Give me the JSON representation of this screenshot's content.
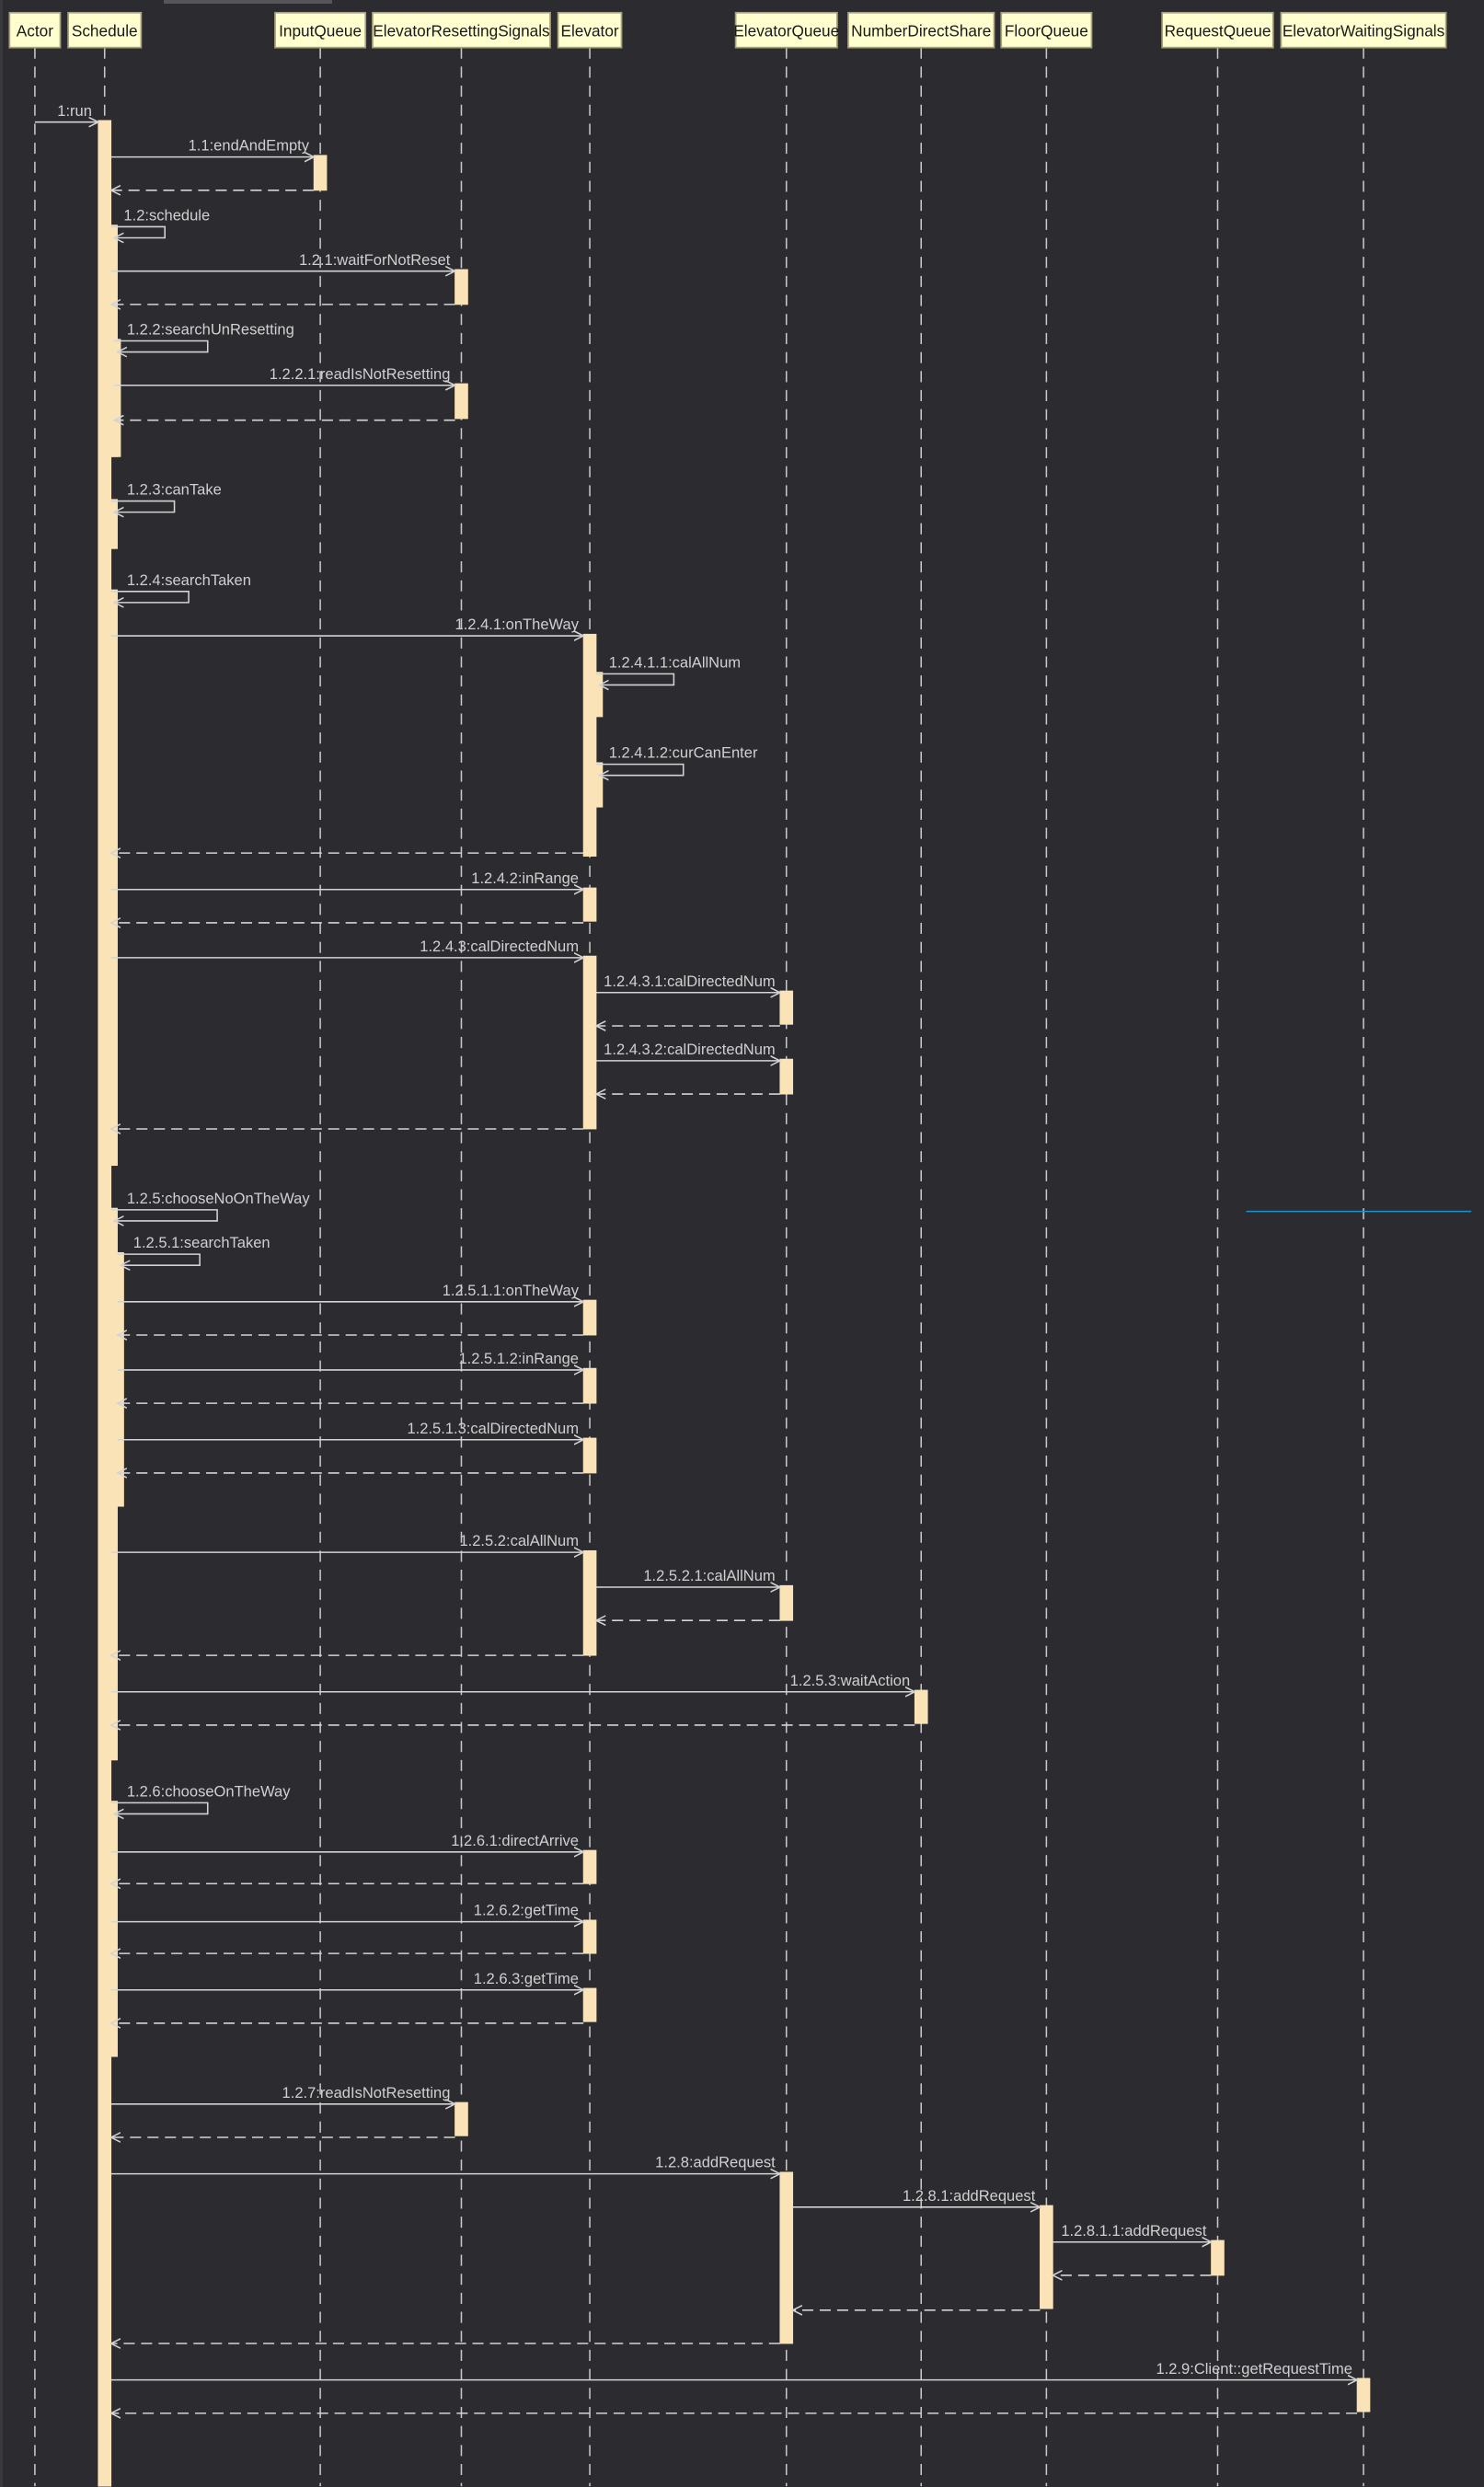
{
  "colors": {
    "background": "#2b2b30",
    "participant_fill": "#fefece",
    "participant_stroke": "#a8a37a",
    "participant_text": "#1a1a1a",
    "lifeline": "#c8c8c8",
    "activation_fill": "#fbe3b8",
    "message_line": "#d4d4d4",
    "message_text": "#d0d0d0",
    "stray_line": "#1f8fcf"
  },
  "participants": [
    {
      "id": "actor",
      "label": "Actor"
    },
    {
      "id": "schedule",
      "label": "Schedule"
    },
    {
      "id": "input-queue",
      "label": "InputQueue"
    },
    {
      "id": "elevator-resetting-signals",
      "label": "ElevatorResettingSignals"
    },
    {
      "id": "elevator",
      "label": "Elevator"
    },
    {
      "id": "elevator-queue",
      "label": "ElevatorQueue"
    },
    {
      "id": "number-direct-share",
      "label": "NumberDirectShare"
    },
    {
      "id": "floor-queue",
      "label": "FloorQueue"
    },
    {
      "id": "request-queue",
      "label": "RequestQueue"
    },
    {
      "id": "elevator-waiting-signals",
      "label": "ElevatorWaitingSignals"
    }
  ],
  "messages": [
    "1:run",
    "1.1:endAndEmpty",
    "1.2:schedule",
    "1.2.1:waitForNotReset",
    "1.2.2:searchUnResetting",
    "1.2.2.1:readIsNotResetting",
    "1.2.3:canTake",
    "1.2.4:searchTaken",
    "1.2.4.1:onTheWay",
    "1.2.4.1.1:calAllNum",
    "1.2.4.1.2:curCanEnter",
    "1.2.4.2:inRange",
    "1.2.4.3:calDirectedNum",
    "1.2.4.3.1:calDirectedNum",
    "1.2.4.3.2:calDirectedNum",
    "1.2.5:chooseNoOnTheWay",
    "1.2.5.1:searchTaken",
    "1.2.5.1.1:onTheWay",
    "1.2.5.1.2:inRange",
    "1.2.5.1.3:calDirectedNum",
    "1.2.5.2:calAllNum",
    "1.2.5.2.1:calAllNum",
    "1.2.5.3:waitAction",
    "1.2.6:chooseOnTheWay",
    "1.2.6.1:directArrive",
    "1.2.6.2:getTime",
    "1.2.6.3:getTime",
    "1.2.7:readIsNotResetting",
    "1.2.8:addRequest",
    "1.2.8.1:addRequest",
    "1.2.8.1.1:addRequest",
    "1.2.9:Client::getRequestTime"
  ]
}
